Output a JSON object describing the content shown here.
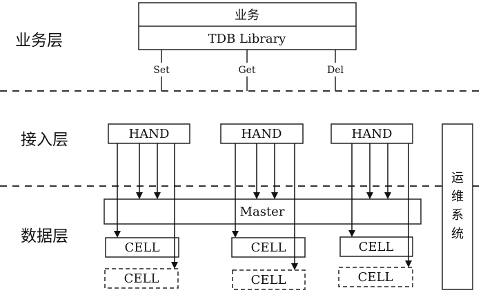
{
  "layers": {
    "business": "业务层",
    "access": "接入层",
    "data": "数据层"
  },
  "business_box": {
    "title": "业务",
    "library": "TDB Library",
    "ops": [
      "Set",
      "Get",
      "Del"
    ]
  },
  "hand_label": "HAND",
  "master_label": "Master",
  "cell_label": "CELL",
  "ops_system": [
    "运",
    "维",
    "系",
    "统"
  ]
}
